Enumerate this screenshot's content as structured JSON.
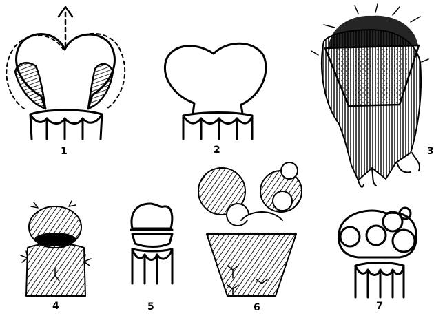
{
  "figure": {
    "panels": [
      {
        "label": "1"
      },
      {
        "label": "2"
      },
      {
        "label": "3"
      },
      {
        "label": "4"
      },
      {
        "label": "5"
      },
      {
        "label": "6"
      },
      {
        "label": "7"
      }
    ]
  },
  "colors": {
    "ink": "#000000",
    "paper": "#ffffff"
  }
}
